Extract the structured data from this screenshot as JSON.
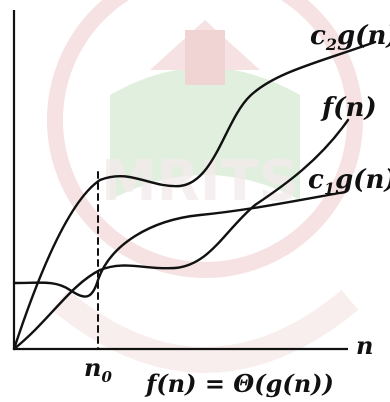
{
  "diagram": {
    "curve_labels": {
      "upper": {
        "coef": "c",
        "sub": "2",
        "func": "g(n)"
      },
      "middle": {
        "text": "f(n)"
      },
      "lower": {
        "coef": "c",
        "sub": "1",
        "func": "g(n)"
      }
    },
    "x_axis_label": "n",
    "threshold_label": {
      "base": "n",
      "sub": "0"
    },
    "caption": "f(n) = Θ(g(n))",
    "watermark": {
      "text_main": "MRITS",
      "color": "#c9a3a3"
    },
    "colors": {
      "ink": "#111111",
      "watermark_green": "#7cbf6e",
      "watermark_red": "#d98080"
    }
  }
}
